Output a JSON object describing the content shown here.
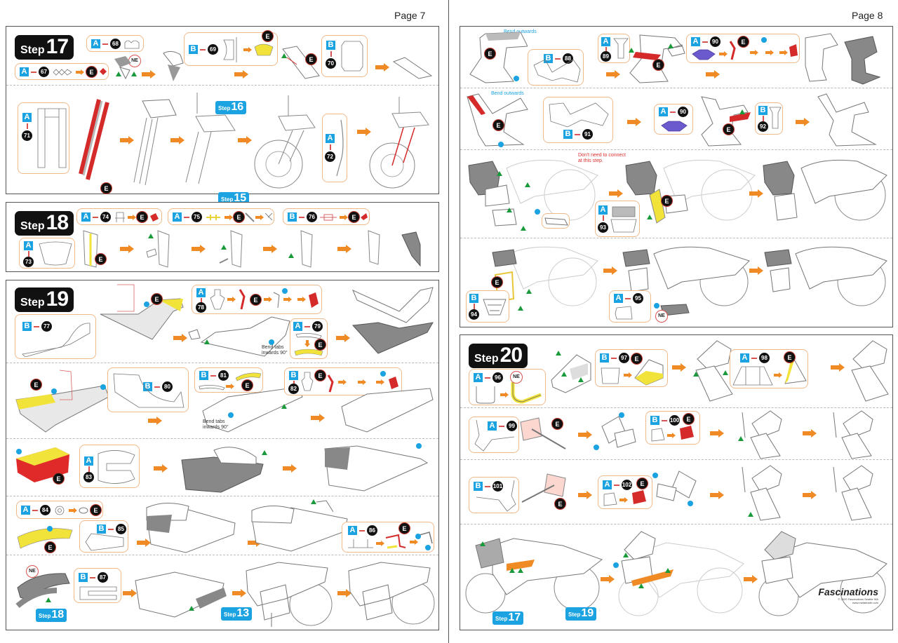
{
  "document": {
    "left_page_label": "Page 7",
    "right_page_label": "Page 8",
    "watermark": "FASCINATIONS",
    "brand": {
      "name": "Fascinations",
      "copyright": "© 2020 Fascinations Seattle WA",
      "url": "www.metalearth.com"
    },
    "colors": {
      "step_badge": "#111111",
      "reference_badge": "#1aa3e0",
      "sheet_label": "#1aa3e0",
      "arrow": "#f08a24",
      "callout_border": "#f0b98a",
      "connect_tab": "#1a9a3a",
      "bend_dot": "#1aa3e0",
      "note_red": "#e03030",
      "highlight_yellow": "#f2e33a",
      "highlight_red": "#d42a2a"
    },
    "legend_words": {
      "step": "Step",
      "e": "E",
      "ne": "NE"
    }
  },
  "steps": {
    "s17": {
      "number": "17",
      "parts": [
        {
          "sheet": "A",
          "part": "67"
        },
        {
          "sheet": "A",
          "part": "68"
        },
        {
          "sheet": "B",
          "part": "69"
        },
        {
          "sheet": "B",
          "part": "70"
        },
        {
          "sheet": "A",
          "part": "71"
        },
        {
          "sheet": "A",
          "part": "72"
        }
      ],
      "references": [
        {
          "label": "Step",
          "number": "16"
        },
        {
          "label": "Step",
          "number": "15"
        }
      ]
    },
    "s18": {
      "number": "18",
      "parts": [
        {
          "sheet": "A",
          "part": "73"
        },
        {
          "sheet": "A",
          "part": "74"
        },
        {
          "sheet": "A",
          "part": "75"
        },
        {
          "sheet": "B",
          "part": "76"
        }
      ]
    },
    "s19": {
      "number": "19",
      "parts": [
        {
          "sheet": "B",
          "part": "77"
        },
        {
          "sheet": "A",
          "part": "78"
        },
        {
          "sheet": "A",
          "part": "79"
        },
        {
          "sheet": "B",
          "part": "80"
        },
        {
          "sheet": "B",
          "part": "81"
        },
        {
          "sheet": "B",
          "part": "82"
        },
        {
          "sheet": "A",
          "part": "83"
        },
        {
          "sheet": "A",
          "part": "84"
        },
        {
          "sheet": "B",
          "part": "85"
        },
        {
          "sheet": "A",
          "part": "86"
        },
        {
          "sheet": "B",
          "part": "87"
        },
        {
          "sheet": "B",
          "part": "88"
        },
        {
          "sheet": "A",
          "part": "89"
        },
        {
          "sheet": "A",
          "part": "90"
        },
        {
          "sheet": "B",
          "part": "91"
        },
        {
          "sheet": "A",
          "part": "90"
        },
        {
          "sheet": "B",
          "part": "92"
        },
        {
          "sheet": "A",
          "part": "93"
        },
        {
          "sheet": "B",
          "part": "94"
        },
        {
          "sheet": "A",
          "part": "95"
        }
      ],
      "notes": {
        "bend_tabs_1": "Bend tabs inwards 90°",
        "bend_tabs_2": "Bend tabs inwards 90°",
        "bend_outwards_1": "Bend outwards",
        "bend_outwards_2": "Bend outwards",
        "no_connect": "Don't need to connect at this step."
      },
      "references": [
        {
          "label": "Step",
          "number": "18"
        },
        {
          "label": "Step",
          "number": "13"
        }
      ]
    },
    "s20": {
      "number": "20",
      "parts": [
        {
          "sheet": "A",
          "part": "96"
        },
        {
          "sheet": "B",
          "part": "97"
        },
        {
          "sheet": "A",
          "part": "98"
        },
        {
          "sheet": "A",
          "part": "99"
        },
        {
          "sheet": "B",
          "part": "100"
        },
        {
          "sheet": "B",
          "part": "101"
        },
        {
          "sheet": "A",
          "part": "102"
        }
      ],
      "references": [
        {
          "label": "Step",
          "number": "17"
        },
        {
          "label": "Step",
          "number": "19"
        }
      ]
    }
  }
}
